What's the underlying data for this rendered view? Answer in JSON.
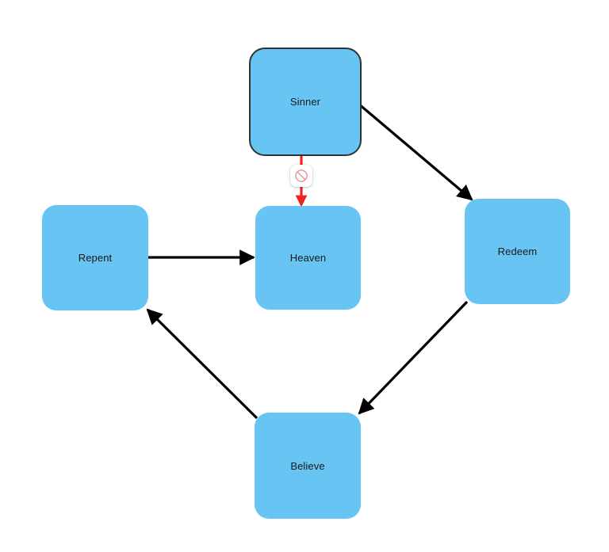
{
  "diagram": {
    "type": "flowchart",
    "background_color": "#ffffff",
    "node_fill_color": "#68C4F2",
    "node_text_color": "#1a1a1a",
    "edge_color": "#000000",
    "blocked_edge_color": "#ee2222",
    "outline_color": "#2e3436",
    "nodes": [
      {
        "id": "sinner",
        "label": "Sinner",
        "selected": true,
        "shape": "rounded-rectangle"
      },
      {
        "id": "repent",
        "label": "Repent",
        "selected": false,
        "shape": "rounded-rectangle"
      },
      {
        "id": "heaven",
        "label": "Heaven",
        "selected": false,
        "shape": "rounded-rectangle"
      },
      {
        "id": "redeem",
        "label": "Redeem",
        "selected": false,
        "shape": "rounded-rectangle"
      },
      {
        "id": "believe",
        "label": "Believe",
        "selected": false,
        "shape": "rounded-rectangle"
      }
    ],
    "edges": [
      {
        "id": "sinner-heaven",
        "from": "Sinner",
        "to": "Heaven",
        "style": "blocked",
        "color": "#ee2222",
        "badge": "no-entry-icon"
      },
      {
        "id": "sinner-redeem",
        "from": "Sinner",
        "to": "Redeem",
        "style": "solid",
        "color": "#000000"
      },
      {
        "id": "redeem-believe",
        "from": "Redeem",
        "to": "Believe",
        "style": "solid",
        "color": "#000000"
      },
      {
        "id": "believe-repent",
        "from": "Believe",
        "to": "Repent",
        "style": "solid",
        "color": "#000000"
      },
      {
        "id": "repent-heaven",
        "from": "Repent",
        "to": "Heaven",
        "style": "solid",
        "color": "#000000"
      }
    ],
    "badge": {
      "name": "no-entry-icon",
      "glyph": "prohibited-circle-slash",
      "stroke_color": "#e8a0a0",
      "background": "#ffffff"
    }
  }
}
